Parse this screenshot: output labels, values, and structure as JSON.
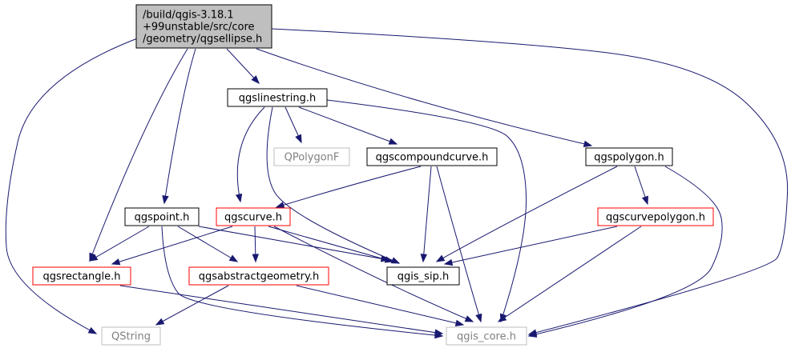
{
  "colors": {
    "edge": "#191970",
    "root_fill": "#bfbfbf",
    "border_black": "#000000",
    "border_red": "#ff0000",
    "border_gray": "#bfbfbf",
    "text_default": "#000000",
    "text_gray": "#808080"
  },
  "nodes": {
    "root": {
      "lines": [
        "/build/qgis-3.18.1",
        "+99unstable/src/core",
        "/geometry/qgsellipse.h"
      ],
      "style": "root"
    },
    "linestring": {
      "lines": [
        "qgslinestring.h"
      ],
      "style": "black"
    },
    "qpolygonf": {
      "lines": [
        "QPolygonF"
      ],
      "style": "gray"
    },
    "compoundcurve": {
      "lines": [
        "qgscompoundcurve.h"
      ],
      "style": "black"
    },
    "polygon": {
      "lines": [
        "qgspolygon.h"
      ],
      "style": "black"
    },
    "point": {
      "lines": [
        "qgspoint.h"
      ],
      "style": "black"
    },
    "curve": {
      "lines": [
        "qgscurve.h"
      ],
      "style": "red"
    },
    "curvepolygon": {
      "lines": [
        "qgscurvepolygon.h"
      ],
      "style": "red"
    },
    "rectangle": {
      "lines": [
        "qgsrectangle.h"
      ],
      "style": "red"
    },
    "abstractgeometry": {
      "lines": [
        "qgsabstractgeometry.h"
      ],
      "style": "red"
    },
    "sip": {
      "lines": [
        "qgis_sip.h"
      ],
      "style": "black"
    },
    "qstring": {
      "lines": [
        "QString"
      ],
      "style": "gray"
    },
    "core": {
      "lines": [
        "qgis_core.h"
      ],
      "style": "gray"
    }
  },
  "edges": [
    [
      "root",
      "linestring"
    ],
    [
      "root",
      "polygon"
    ],
    [
      "root",
      "point"
    ],
    [
      "root",
      "rectangle"
    ],
    [
      "root",
      "qstring"
    ],
    [
      "root",
      "core"
    ],
    [
      "linestring",
      "qpolygonf"
    ],
    [
      "linestring",
      "compoundcurve"
    ],
    [
      "linestring",
      "curve"
    ],
    [
      "linestring",
      "sip"
    ],
    [
      "linestring",
      "core"
    ],
    [
      "compoundcurve",
      "curve"
    ],
    [
      "compoundcurve",
      "sip"
    ],
    [
      "compoundcurve",
      "core"
    ],
    [
      "polygon",
      "curvepolygon"
    ],
    [
      "polygon",
      "sip"
    ],
    [
      "polygon",
      "core"
    ],
    [
      "point",
      "rectangle"
    ],
    [
      "point",
      "abstractgeometry"
    ],
    [
      "point",
      "sip"
    ],
    [
      "point",
      "core"
    ],
    [
      "curve",
      "rectangle"
    ],
    [
      "curve",
      "abstractgeometry"
    ],
    [
      "curve",
      "sip"
    ],
    [
      "curve",
      "core"
    ],
    [
      "curvepolygon",
      "sip"
    ],
    [
      "curvepolygon",
      "core"
    ],
    [
      "rectangle",
      "core"
    ],
    [
      "abstractgeometry",
      "qstring"
    ],
    [
      "abstractgeometry",
      "core"
    ]
  ]
}
